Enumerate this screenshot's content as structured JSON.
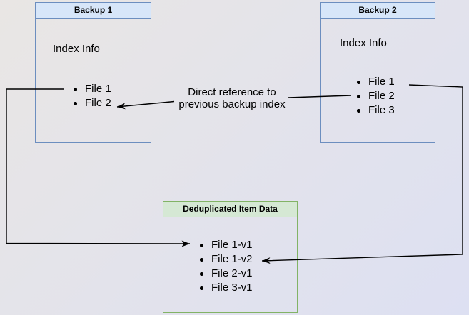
{
  "canvas": {
    "bg_from": "#e9e6e4",
    "bg_to": "#dde0f2"
  },
  "arrow": {
    "color": "#000000"
  },
  "backup1": {
    "title": "Backup 1",
    "body_label": "Index Info",
    "items": [
      "File 1",
      "File 2"
    ],
    "header_fill": "#d7e6f9",
    "border_color": "#6c8ebf"
  },
  "backup2": {
    "title": "Backup 2",
    "body_label": "Index Info",
    "items": [
      "File 1",
      "File 2",
      "File 3"
    ],
    "header_fill": "#d7e6f9",
    "border_color": "#6c8ebf"
  },
  "dedup": {
    "title": "Deduplicated Item Data",
    "items": [
      "File 1-v1",
      "File 1-v2",
      "File 2-v1",
      "File 3-v1"
    ],
    "header_fill": "#d5e8d4",
    "border_color": "#82b366"
  },
  "annotation": {
    "line1": "Direct reference to",
    "line2": "previous backup index"
  }
}
